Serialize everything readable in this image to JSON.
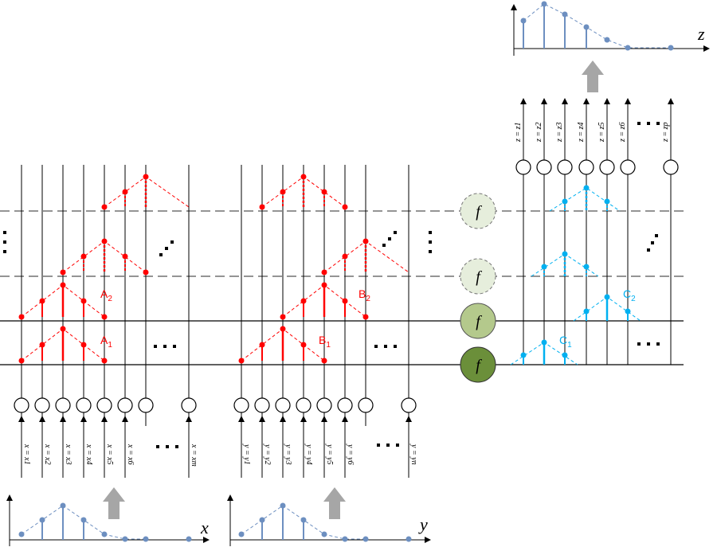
{
  "axes": {
    "x": "x",
    "y": "y",
    "z": "z"
  },
  "function_label": "f",
  "x_inputs": [
    "x = x1",
    "x = x2",
    "x = x3",
    "x = x4",
    "x = x5",
    "x = x6",
    "x = xm"
  ],
  "y_inputs": [
    "y = y1",
    "y = y2",
    "y = y3",
    "y = y4",
    "y = y5",
    "y = y6",
    "y = yn"
  ],
  "z_outputs": [
    "z = z1",
    "z = z2",
    "z = z3",
    "z = z4",
    "z = z5",
    "z = z6",
    "z = zp"
  ],
  "labels": {
    "A1": {
      "main": "A",
      "sub": "1"
    },
    "A2": {
      "main": "A",
      "sub": "2"
    },
    "B1": {
      "main": "B",
      "sub": "1"
    },
    "B2": {
      "main": "B",
      "sub": "2"
    },
    "C1": {
      "main": "C",
      "sub": "1"
    },
    "C2": {
      "main": "C",
      "sub": "2"
    }
  },
  "ellipsis": "· · ·",
  "colors": {
    "red": "#ff0000",
    "blue": "#00b0f0",
    "stem": "#6d8fc0",
    "f1": "#6b8f3a",
    "f2": "#b4c98c",
    "f3": "#e6eedc",
    "arrow": "#a6a6a6"
  }
}
